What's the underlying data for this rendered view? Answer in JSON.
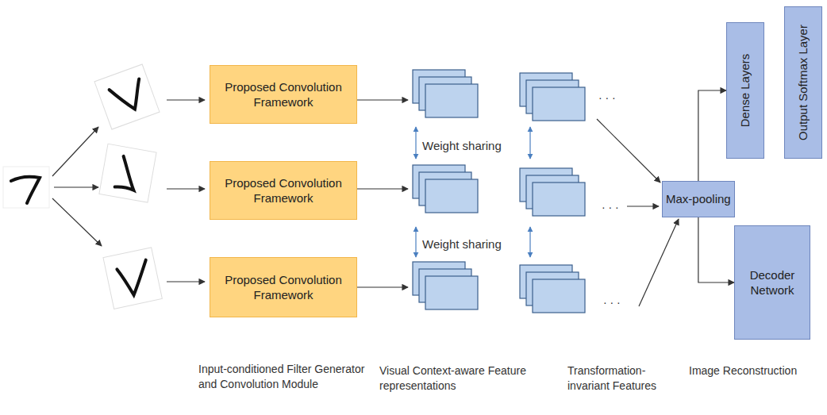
{
  "diagram": {
    "nodes": [
      {
        "text": [
          "Proposed Convolution Framework"
        ]
      },
      {
        "text": [
          "Proposed Convolution Framework"
        ]
      },
      {
        "text": [
          "Proposed Convolution Framework"
        ]
      },
      {
        "text": [
          "Max-pooling"
        ]
      },
      {
        "text": [
          "Dense Layers"
        ]
      },
      {
        "text": [
          "Output Softmax Layer"
        ]
      },
      {
        "text": [
          "Decoder Network"
        ]
      }
    ],
    "edges": [
      {
        "from": 3,
        "to": 4,
        "arrow": "to"
      },
      {
        "from": 3,
        "to": 6,
        "arrow": "to"
      }
    ],
    "labels": [
      "Weight sharing",
      "Weight sharing",
      "· · ·",
      "· · ·",
      "· · ·",
      "Input-conditioned Filter Generator and Convolution Module",
      "Visual Context-aware Feature representations",
      "Transformation-invariant Features",
      "Image Reconstruction"
    ]
  }
}
